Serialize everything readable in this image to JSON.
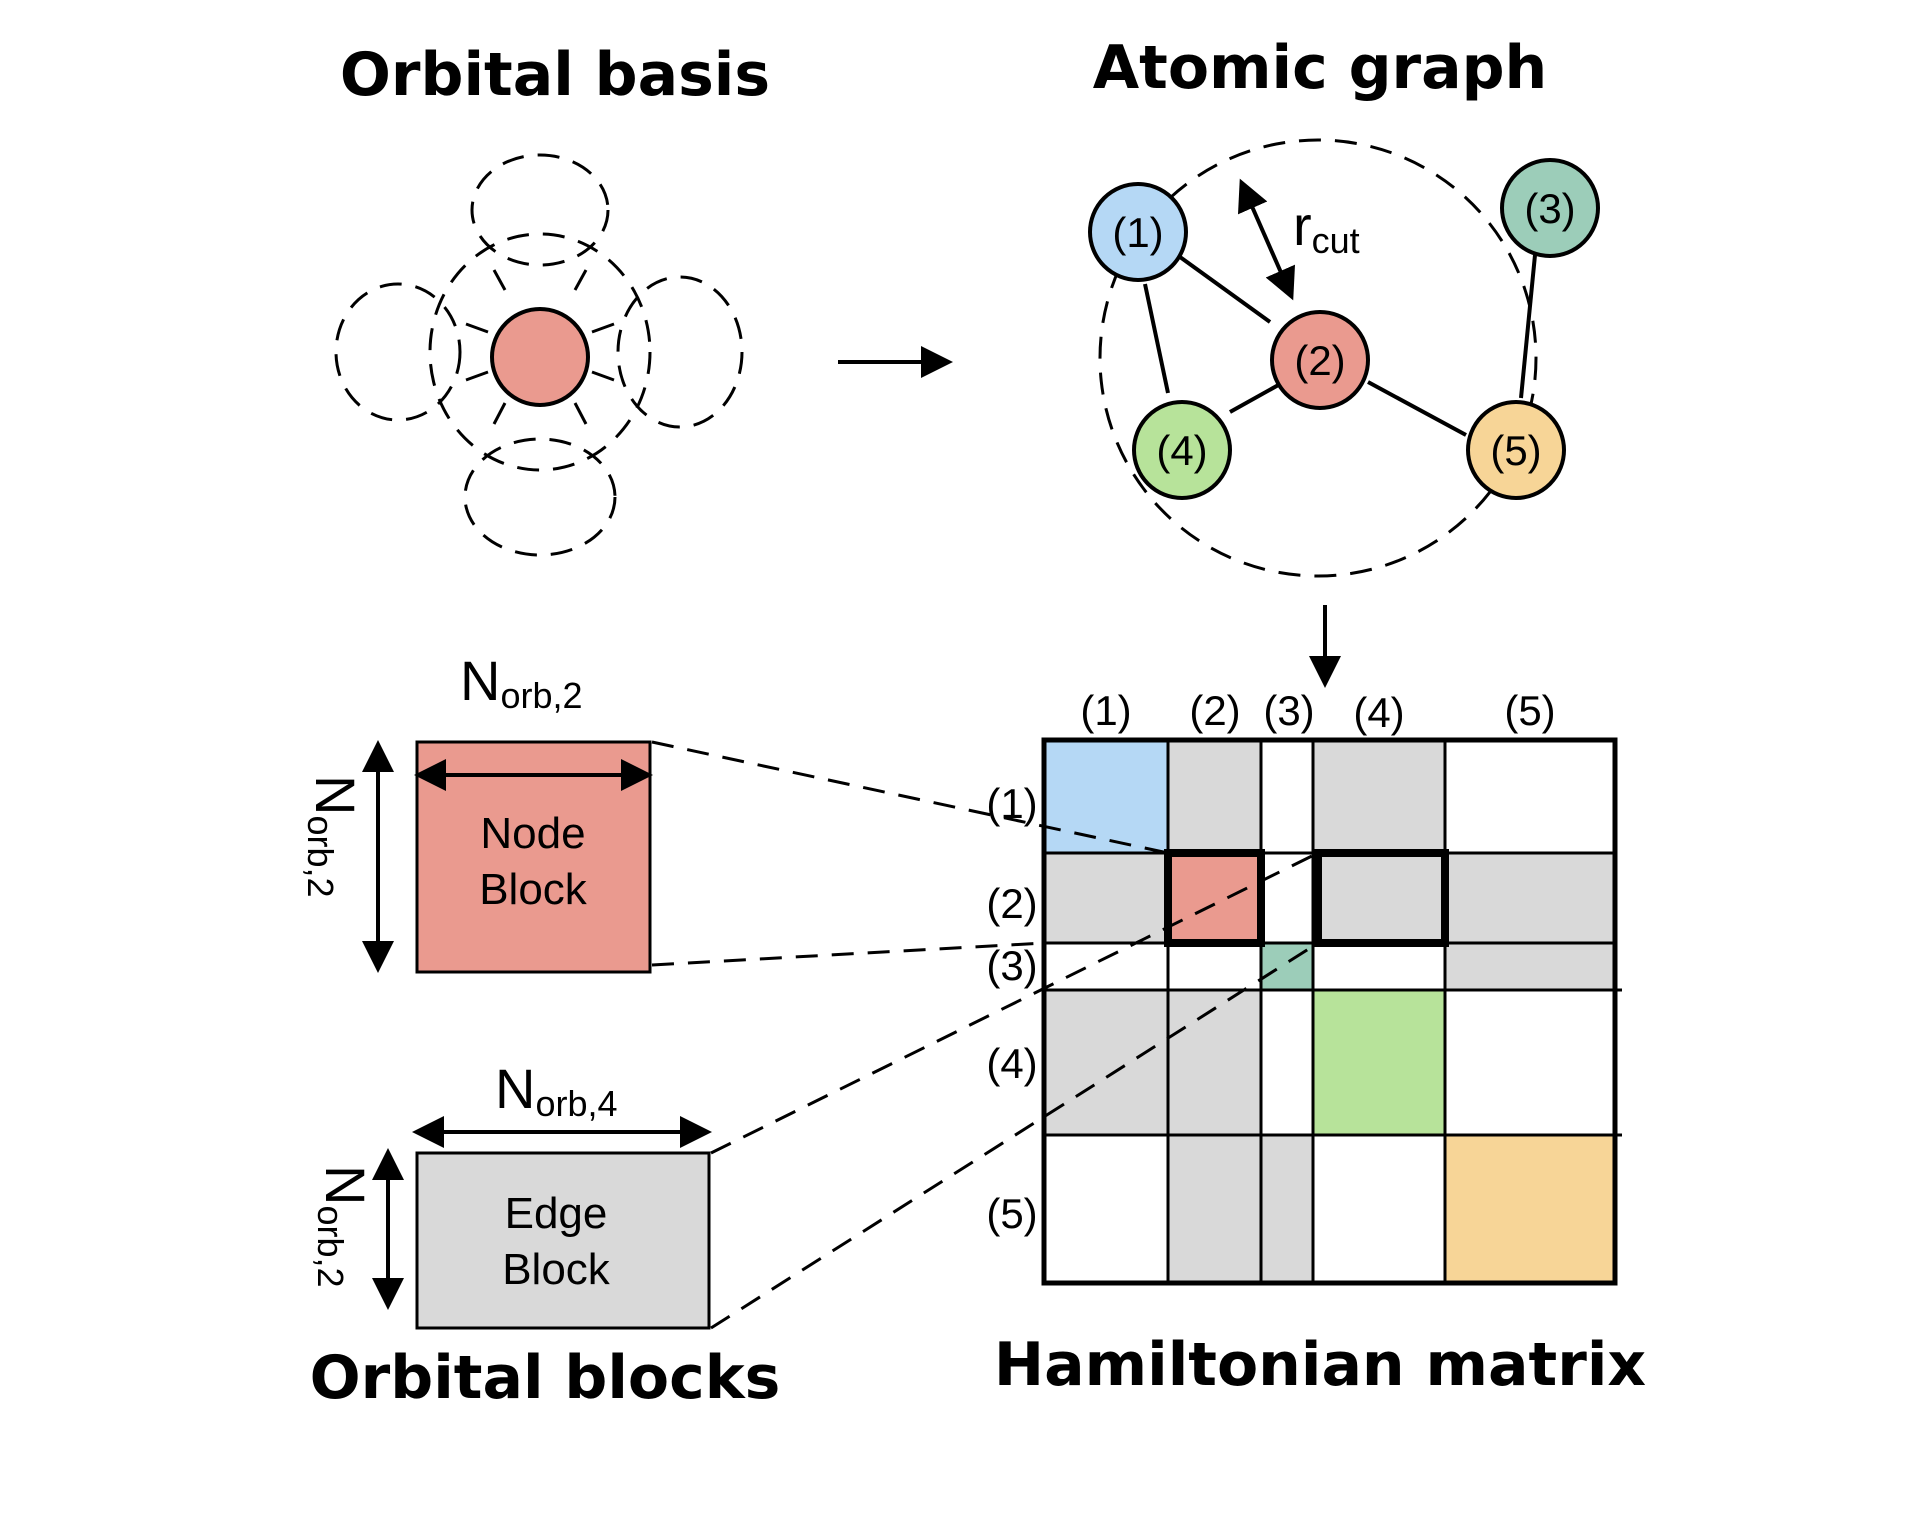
{
  "titles": {
    "orbital_basis": "Orbital basis",
    "atomic_graph": "Atomic graph",
    "orbital_blocks": "Orbital blocks",
    "hamiltonian_matrix": "Hamiltonian matrix"
  },
  "graph": {
    "cutoff_label": "r",
    "cutoff_sub": "cut",
    "nodes": [
      {
        "label": "(1)",
        "color": "#b5d8f5"
      },
      {
        "label": "(2)",
        "color": "#ea9a8f"
      },
      {
        "label": "(3)",
        "color": "#9ccdb9"
      },
      {
        "label": "(4)",
        "color": "#b7e39a"
      },
      {
        "label": "(5)",
        "color": "#f7d597"
      }
    ]
  },
  "node_block": {
    "label_line1": "Node",
    "label_line2": "Block",
    "dim_top": "N",
    "dim_top_sub": "orb,2",
    "dim_side": "N",
    "dim_side_sub": "orb,2",
    "color": "#ea9a8f"
  },
  "edge_block": {
    "label_line1": "Edge",
    "label_line2": "Block",
    "dim_top": "N",
    "dim_top_sub": "orb,4",
    "dim_side": "N",
    "dim_side_sub": "orb,2",
    "color": "#d9d9d9"
  },
  "matrix": {
    "col_labels": [
      "(1)",
      "(2)",
      "(3)",
      "(4)",
      "(5)"
    ],
    "row_labels": [
      "(1)",
      "(2)",
      "(3)",
      "(4)",
      "(5)"
    ],
    "edge_color": "#d9d9d9"
  }
}
